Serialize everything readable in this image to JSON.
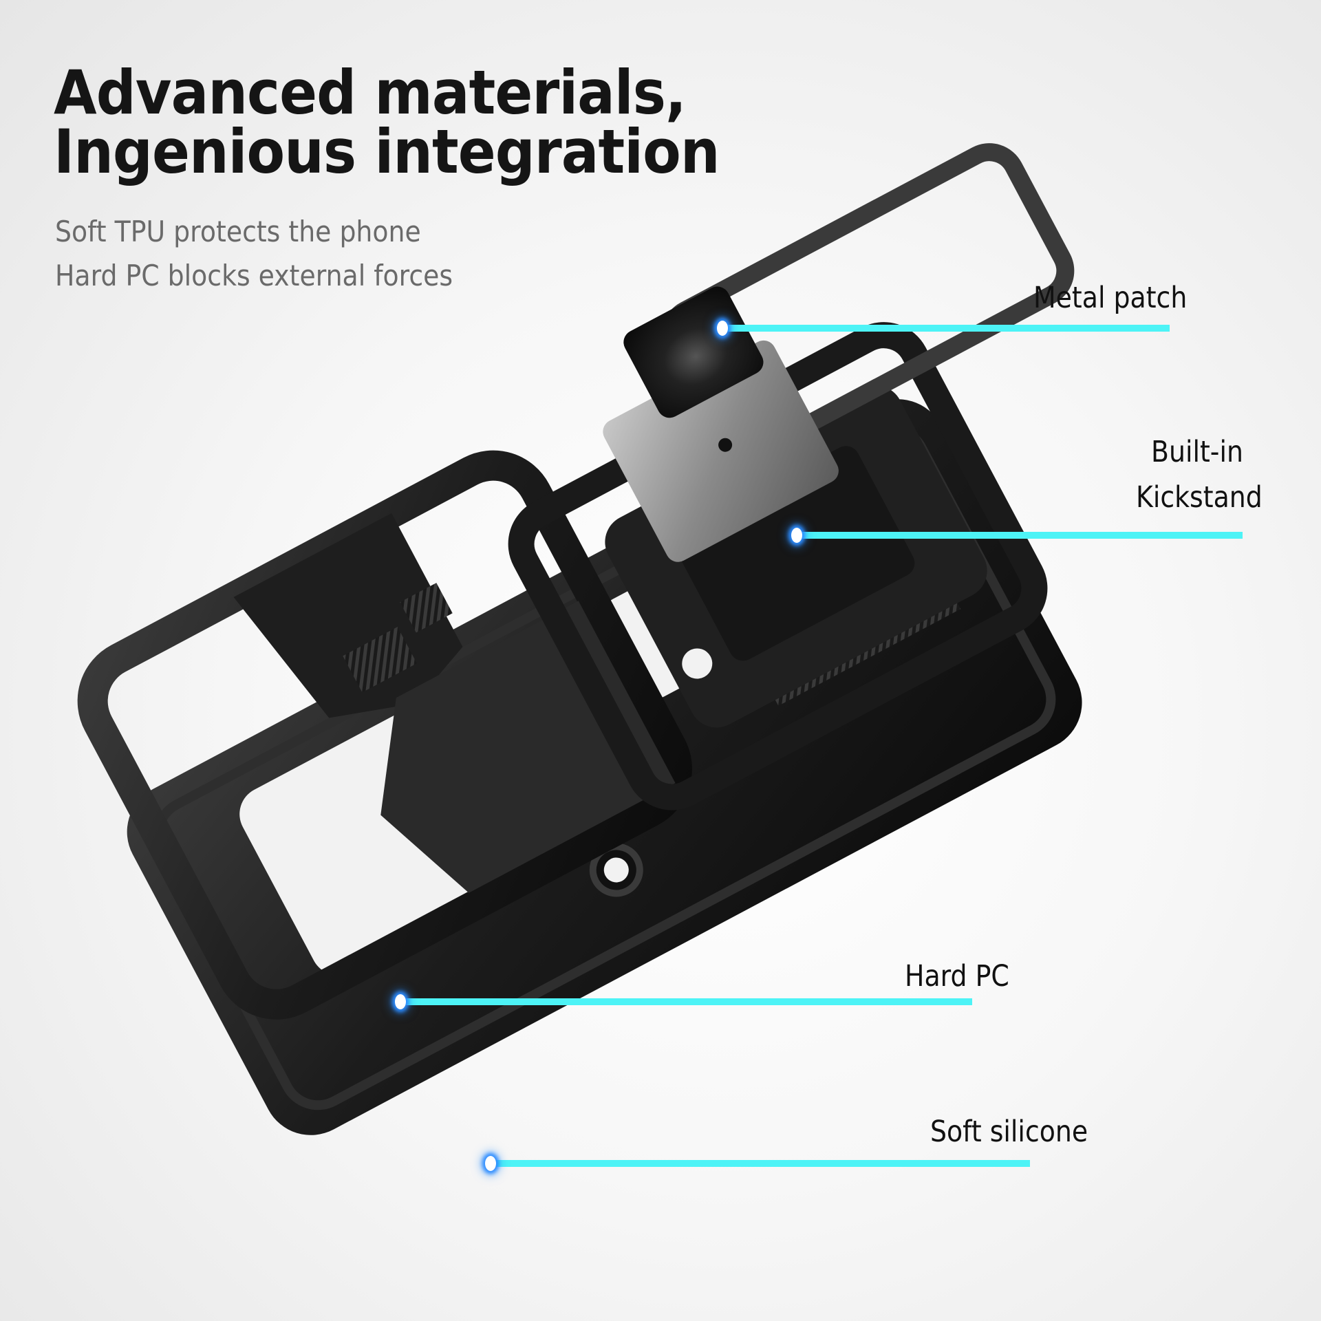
{
  "heading": {
    "line1": "Advanced materials,",
    "line2": "Ingenious integration"
  },
  "subheading": {
    "line1": "Soft TPU protects the phone",
    "line2": "Hard PC blocks external forces"
  },
  "product_image": {
    "description": "Exploded view of black flip-phone protective case with kickstand, metal patch, hard PC frame and soft silicone shell"
  },
  "callouts": [
    {
      "label": "Metal patch"
    },
    {
      "label_line1": "Built-in",
      "label_line2": "Kickstand"
    },
    {
      "label": "Hard PC"
    },
    {
      "label": "Soft silicone"
    }
  ],
  "colors": {
    "callout_line": "#4df3f6",
    "dot_glow": "#2c8cff",
    "heading": "#151515",
    "subheading": "#6a6a6a",
    "case_black": "#1c1c1c"
  }
}
